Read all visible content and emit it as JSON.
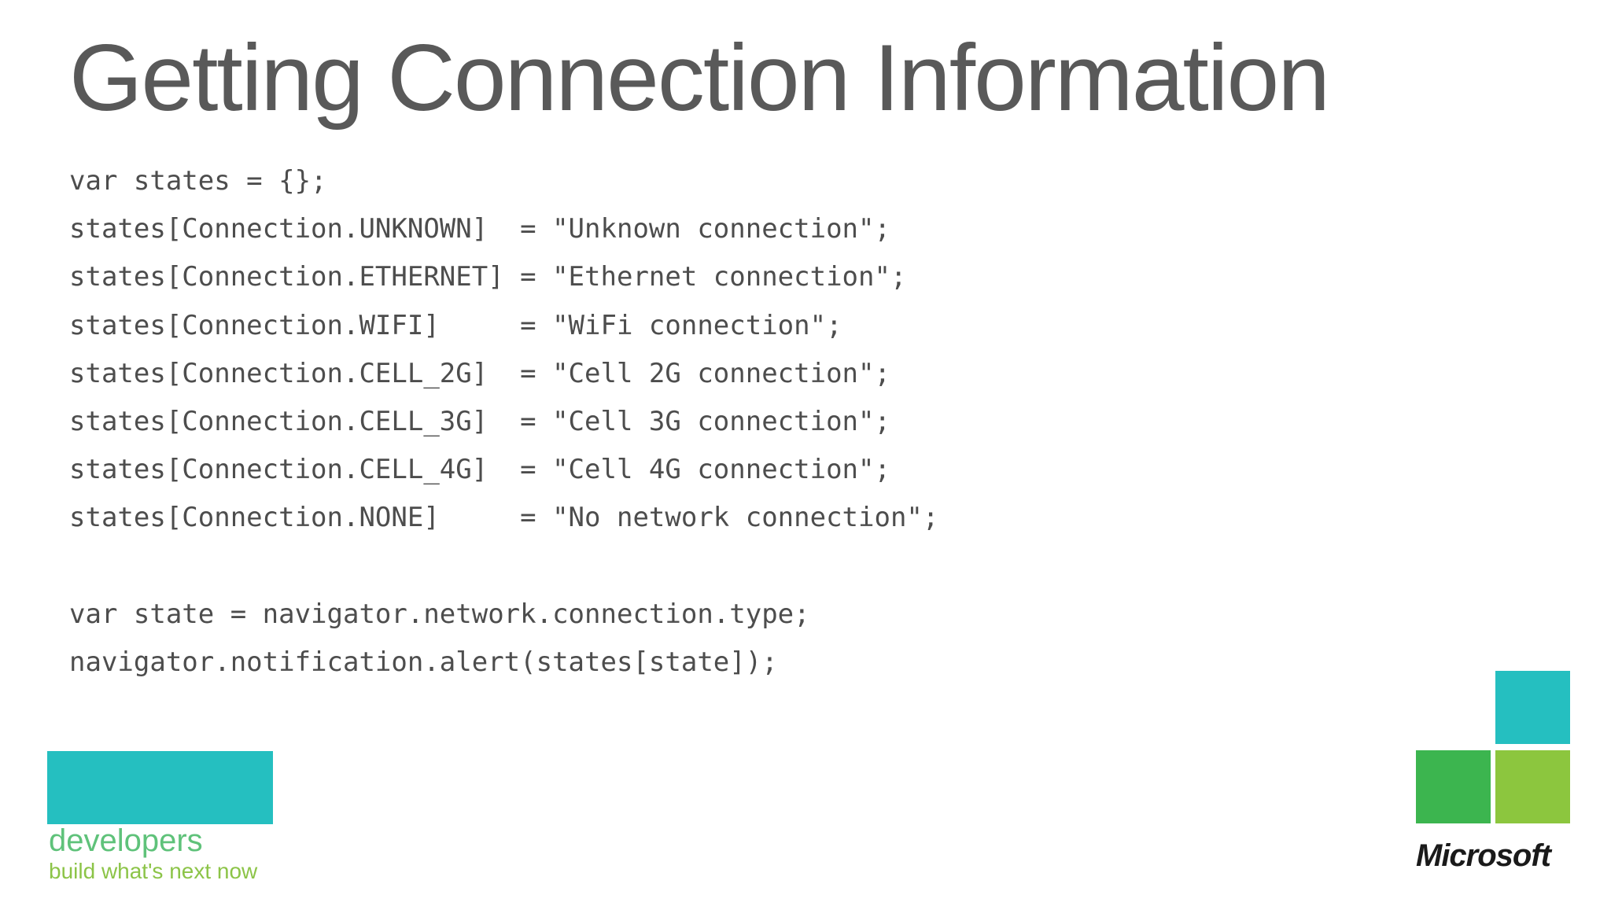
{
  "slide": {
    "title": "Getting Connection Information",
    "code_lines": [
      "var states = {};",
      "states[Connection.UNKNOWN]  = \"Unknown connection\";",
      "states[Connection.ETHERNET] = \"Ethernet connection\";",
      "states[Connection.WIFI]     = \"WiFi connection\";",
      "states[Connection.CELL_2G]  = \"Cell 2G connection\";",
      "states[Connection.CELL_3G]  = \"Cell 3G connection\";",
      "states[Connection.CELL_4G]  = \"Cell 4G connection\";",
      "states[Connection.NONE]     = \"No network connection\";",
      "",
      "var state = navigator.network.connection.type;",
      "navigator.notification.alert(states[state]);"
    ]
  },
  "developers_logo": {
    "word": "developers",
    "tagline": "build what's next now",
    "block_color": "#25bfc0",
    "word_color": "#5fc27a",
    "tagline_color": "#8cc448"
  },
  "microsoft_logo": {
    "word": "Microsoft",
    "square_colors": [
      "#25bfc0",
      "#3cb54f",
      "#8cc63e"
    ]
  }
}
